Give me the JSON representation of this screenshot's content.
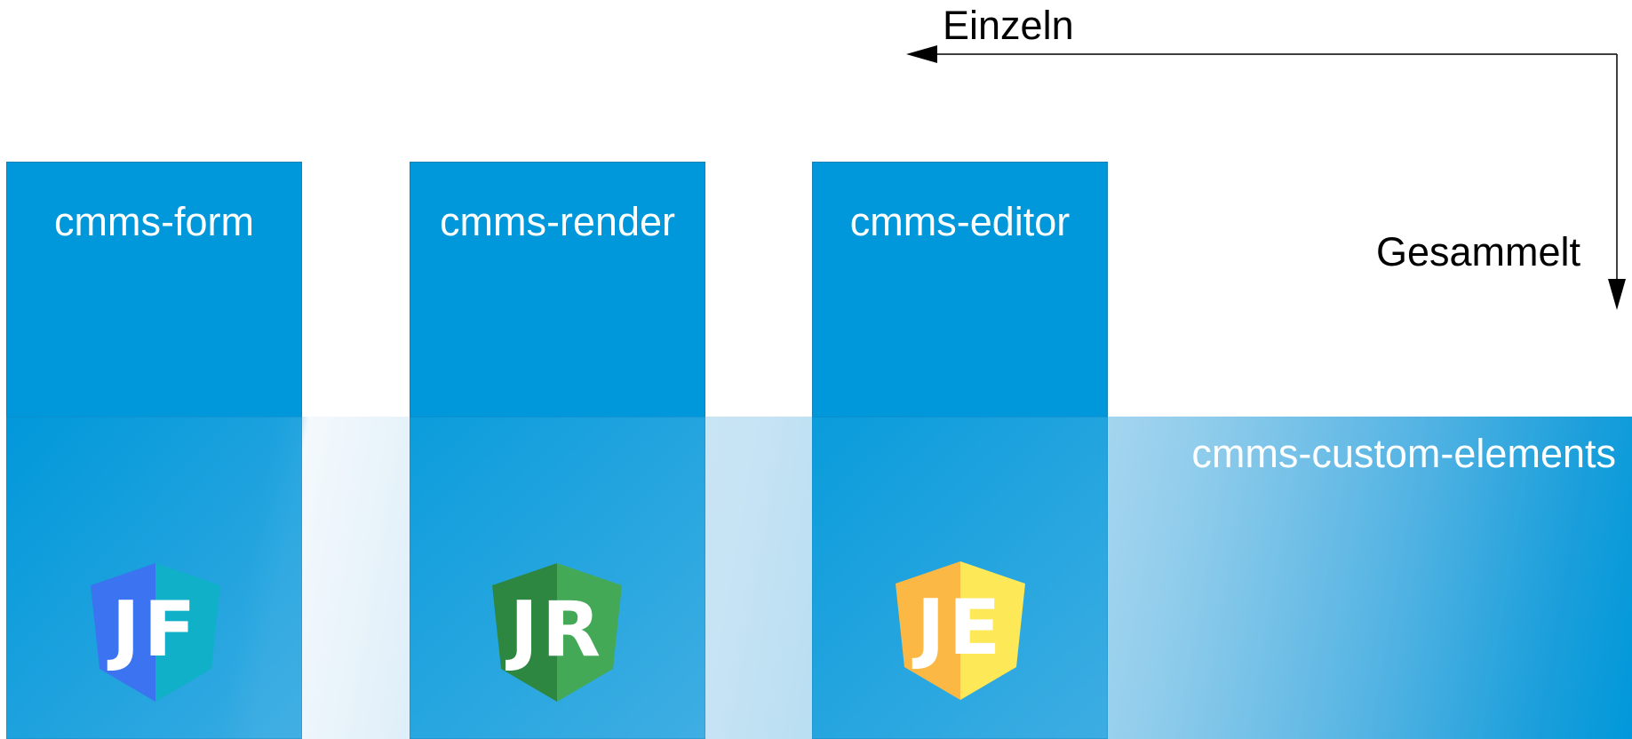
{
  "arrow_labels": {
    "single": "Einzeln",
    "collected": "Gesammelt"
  },
  "band": {
    "label": "cmms-custom-elements"
  },
  "columns": [
    {
      "label": "cmms-form",
      "logo": {
        "letters": "JF",
        "left_color": "#3b73f0",
        "right_color": "#0fb0c8"
      }
    },
    {
      "label": "cmms-render",
      "logo": {
        "letters": "JR",
        "left_color": "#2e8740",
        "right_color": "#44a957"
      }
    },
    {
      "label": "cmms-editor",
      "logo": {
        "letters": "JE",
        "left_color": "#fcb845",
        "right_color": "#fde857"
      }
    }
  ],
  "colors": {
    "column_blue": "#0098da",
    "text_white": "#ffffff",
    "text_black": "#000000"
  }
}
